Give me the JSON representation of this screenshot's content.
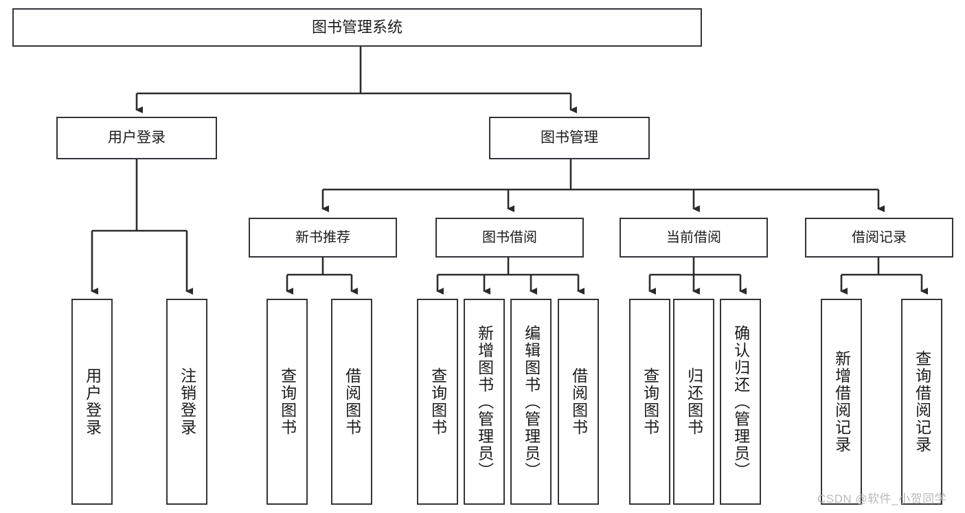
{
  "diagram": {
    "title": "图书管理系统",
    "type": "functional-decomposition-tree",
    "root": {
      "label": "图书管理系统"
    },
    "level1": [
      {
        "label": "用户登录"
      },
      {
        "label": "图书管理"
      }
    ],
    "level2": [
      {
        "label": "新书推荐"
      },
      {
        "label": "图书借阅"
      },
      {
        "label": "当前借阅"
      },
      {
        "label": "借阅记录"
      }
    ],
    "leaves": {
      "user_login": [
        {
          "label": "用户登录"
        },
        {
          "label": "注销登录"
        }
      ],
      "new_book_recommend": [
        {
          "label": "查询图书"
        },
        {
          "label": "借阅图书"
        }
      ],
      "book_borrow": [
        {
          "label": "查询图书"
        },
        {
          "label": "新增图书（管理员）"
        },
        {
          "label": "编辑图书（管理员）"
        },
        {
          "label": "借阅图书"
        }
      ],
      "current_borrow": [
        {
          "label": "查询图书"
        },
        {
          "label": "归还图书"
        },
        {
          "label": "确认归还（管理员）"
        }
      ],
      "borrow_record": [
        {
          "label": "新增借阅记录"
        },
        {
          "label": "查询借阅记录"
        }
      ]
    }
  },
  "watermark": {
    "text": "CSDN @软件_小贺同学"
  },
  "colors": {
    "box_border": "#33333a",
    "box_fill": "#ffffff",
    "connector": "#2b2b2b",
    "text": "#1b1b1b",
    "watermark": "#b9b9b9"
  }
}
